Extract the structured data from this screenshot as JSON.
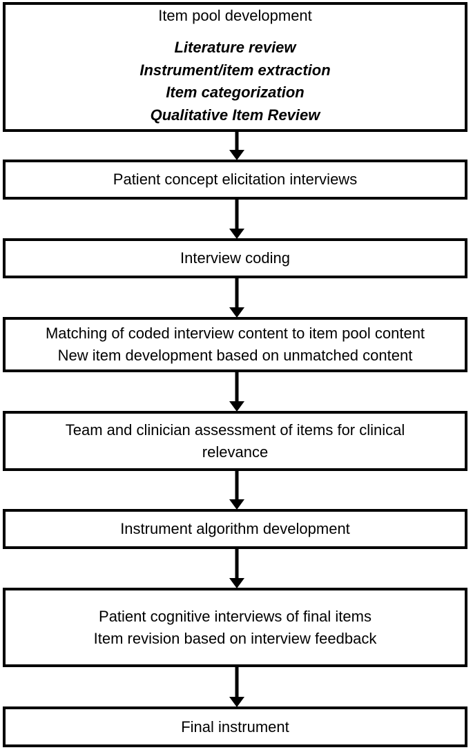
{
  "diagram": {
    "type": "flowchart",
    "orientation": "vertical",
    "colors": {
      "border": "#000000",
      "background": "#ffffff",
      "text": "#000000",
      "arrow": "#000000"
    },
    "nodes": [
      {
        "id": "item-pool-development",
        "title": "Item pool development",
        "sub_lines": [
          "Literature review",
          "Instrument/item extraction",
          "Item categorization",
          "Qualitative Item Review"
        ]
      },
      {
        "id": "patient-concept-elicitation-interviews",
        "lines": [
          "Patient concept elicitation interviews"
        ]
      },
      {
        "id": "interview-coding",
        "lines": [
          "Interview coding"
        ]
      },
      {
        "id": "matching-and-new-item-development",
        "lines": [
          "Matching of coded interview content to item pool content",
          "New item development based on unmatched content"
        ]
      },
      {
        "id": "clinical-relevance-assessment",
        "lines": [
          "Team and clinician assessment of items for clinical",
          "relevance"
        ]
      },
      {
        "id": "instrument-algorithm-development",
        "lines": [
          "Instrument algorithm development"
        ]
      },
      {
        "id": "patient-cognitive-interviews",
        "lines": [
          "Patient cognitive interviews of final items",
          "Item revision based on interview feedback"
        ]
      },
      {
        "id": "final-instrument",
        "lines": [
          "Final instrument"
        ]
      }
    ],
    "connectors": [
      {
        "from": "item-pool-development",
        "to": "patient-concept-elicitation-interviews",
        "style": "arrow-down"
      },
      {
        "from": "patient-concept-elicitation-interviews",
        "to": "interview-coding",
        "style": "arrow-down"
      },
      {
        "from": "interview-coding",
        "to": "matching-and-new-item-development",
        "style": "arrow-down"
      },
      {
        "from": "matching-and-new-item-development",
        "to": "clinical-relevance-assessment",
        "style": "arrow-down"
      },
      {
        "from": "clinical-relevance-assessment",
        "to": "instrument-algorithm-development",
        "style": "arrow-down"
      },
      {
        "from": "instrument-algorithm-development",
        "to": "patient-cognitive-interviews",
        "style": "arrow-down"
      },
      {
        "from": "patient-cognitive-interviews",
        "to": "final-instrument",
        "style": "arrow-down"
      }
    ]
  }
}
